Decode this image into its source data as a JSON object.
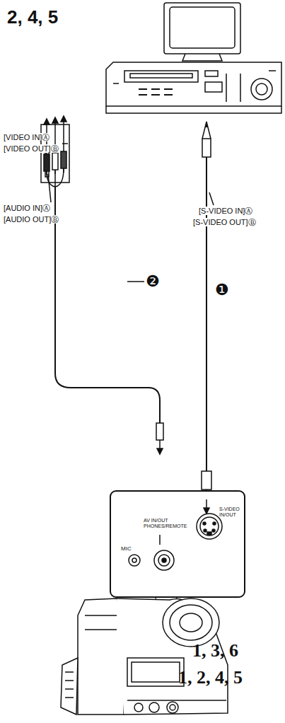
{
  "diagram": {
    "labels": [
      "2, 4, 5",
      "[VIDEO IN]Ⓐ",
      "[VIDEO OUT]Ⓑ",
      "[AUDIO IN]Ⓐ",
      "[AUDIO OUT]Ⓑ",
      "[S-VIDEO IN]Ⓐ",
      "[S-VIDEO OUT]Ⓑ",
      "❷",
      "❶",
      "MIC",
      "AV IN/OUT PHONES/REMOTE",
      "S-VIDEO IN/OUT",
      "1, 3, 6",
      "1, 2, 4, 5"
    ]
  }
}
